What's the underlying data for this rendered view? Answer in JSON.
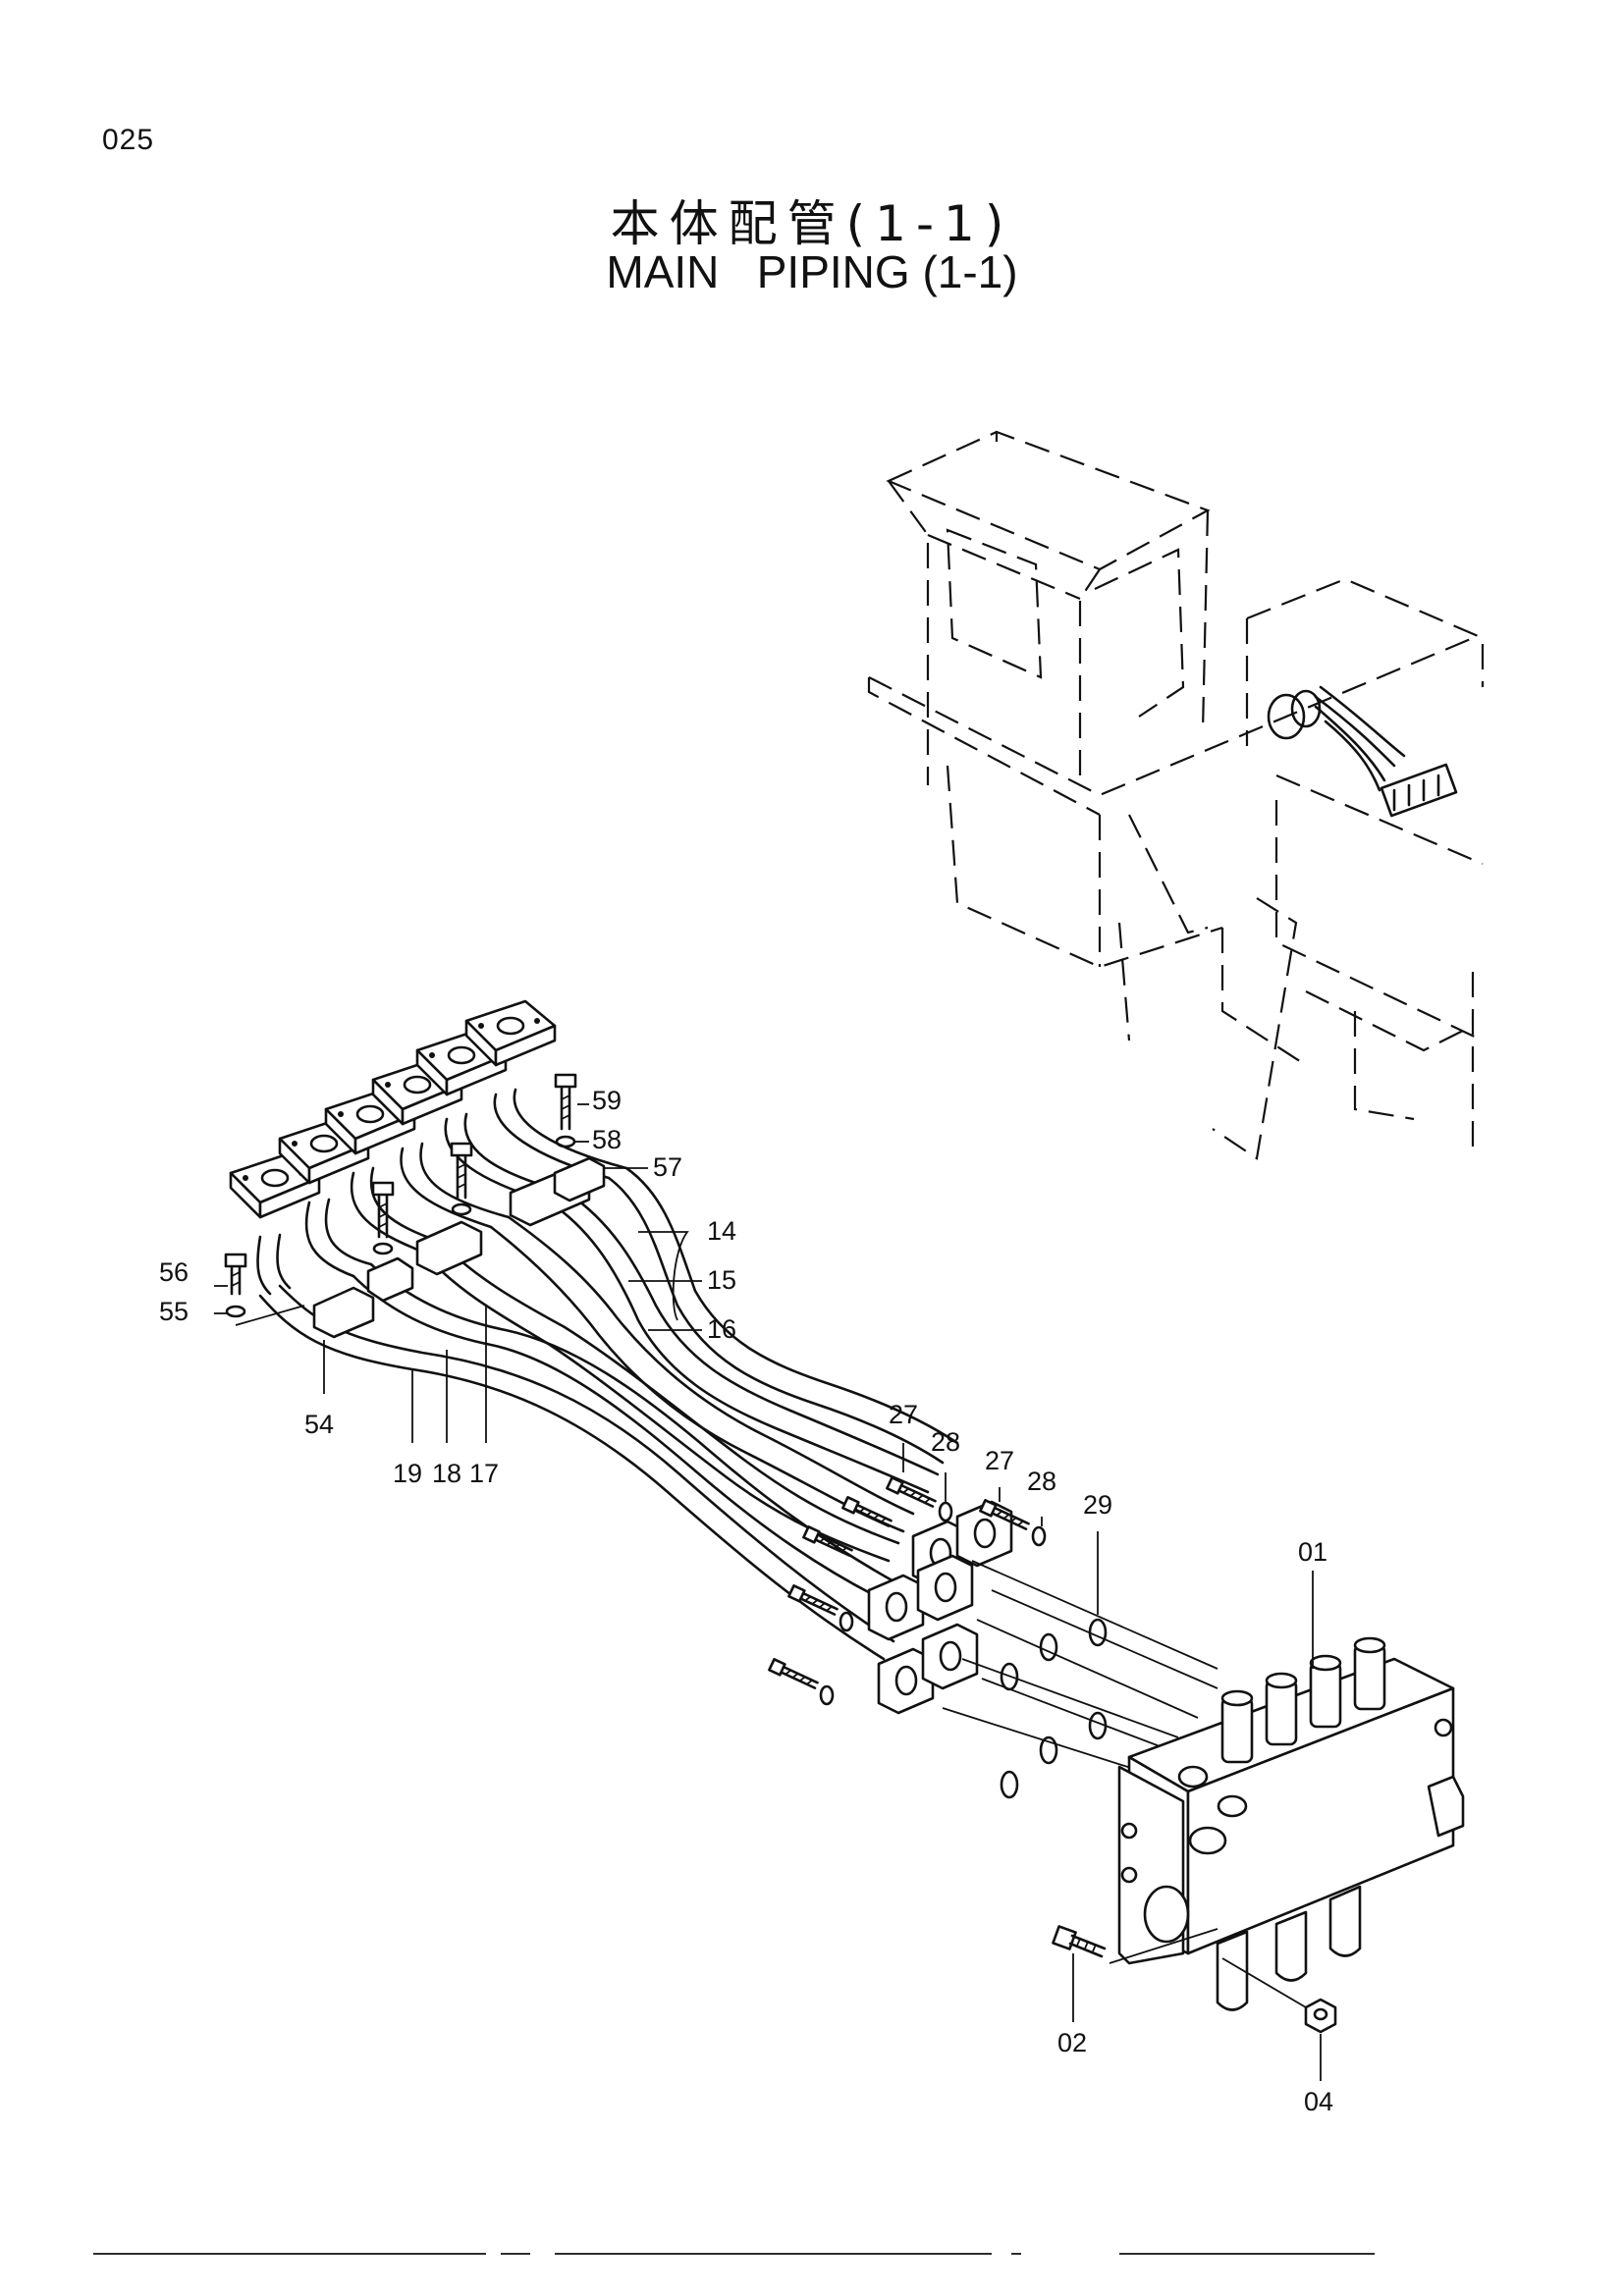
{
  "header": {
    "page_number": "025",
    "title_jp": "本体配管(1-1)",
    "title_en": "MAIN   PIPING (1-1)"
  },
  "callouts": {
    "p59": "59",
    "p58": "58",
    "p57": "57",
    "p14": "14",
    "p15": "15",
    "p16": "16",
    "p56": "56",
    "p55": "55",
    "p54": "54",
    "p19": "19",
    "p18": "18",
    "p17": "17",
    "p27a": "27",
    "p28a": "28",
    "p27b": "27",
    "p28b": "28",
    "p29": "29",
    "p01": "01",
    "p02": "02",
    "p04": "04"
  }
}
